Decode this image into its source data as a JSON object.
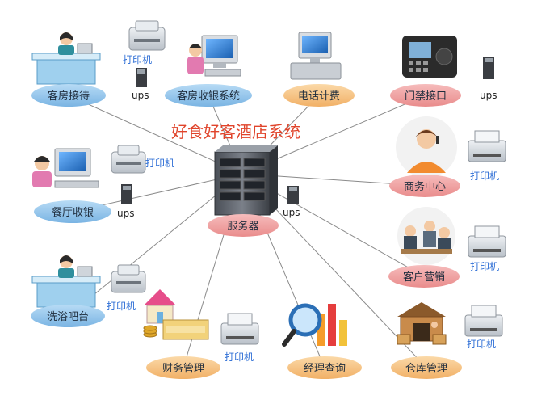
{
  "title": "好食好客酒店系统",
  "server": {
    "label": "服务器"
  },
  "colors": {
    "pill_blue": "#8fc3ea",
    "pill_orange": "#f5c285",
    "pill_pink": "#f0a0a0",
    "printer_label": "#2f6fd6",
    "title": "#e0442b",
    "line": "#8a8a8a"
  },
  "nodes": [
    {
      "id": "guestroom-reception",
      "label": "客房接待",
      "icon": "receptionist-icon"
    },
    {
      "id": "guestroom-cashier",
      "label": "客房收银系统",
      "icon": "computer-user-icon"
    },
    {
      "id": "phone-billing",
      "label": "电话计费",
      "icon": "computer-icon"
    },
    {
      "id": "access-control",
      "label": "门禁接口",
      "icon": "access-terminal-icon"
    },
    {
      "id": "restaurant-cashier",
      "label": "餐厅收银",
      "icon": "computer-user-icon"
    },
    {
      "id": "business-center",
      "label": "商务中心",
      "icon": "operator-icon"
    },
    {
      "id": "customer-marketing",
      "label": "客户营销",
      "icon": "meeting-icon"
    },
    {
      "id": "bath-bar",
      "label": "洗浴吧台",
      "icon": "receptionist-icon"
    },
    {
      "id": "finance",
      "label": "财务管理",
      "icon": "house-money-icon"
    },
    {
      "id": "manager-query",
      "label": "经理查询",
      "icon": "magnifier-chart-icon"
    },
    {
      "id": "warehouse",
      "label": "仓库管理",
      "icon": "warehouse-icon"
    }
  ],
  "printer_label": "打印机",
  "ups_label": "ups"
}
